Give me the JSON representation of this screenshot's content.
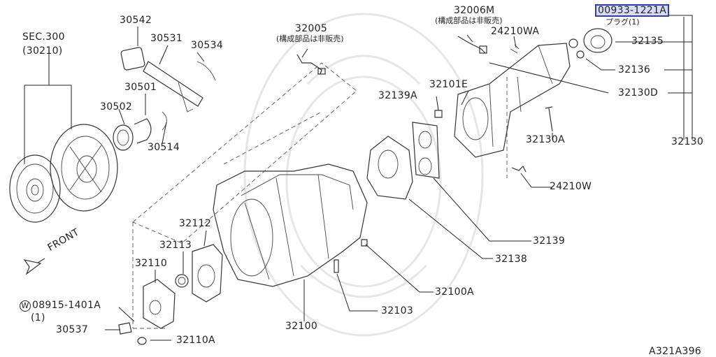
{
  "labels": {
    "sec_ref": "SEC.300",
    "sec_ref_sub": "(30210)",
    "p30542": "30542",
    "p30531": "30531",
    "p30534": "30534",
    "p30501": "30501",
    "p30502": "30502",
    "p30514": "30514",
    "p32005": "32005",
    "p32005_note": "(構成部品は非販売)",
    "p32006m": "32006M",
    "p32006m_note": "(構成部品は非販売)",
    "p24210wa": "24210WA",
    "p00933": "00933-1221A",
    "p00933_note": "プラグ(1)",
    "p32135": "32135",
    "p32136": "32136",
    "p32130d": "32130D",
    "p32130": "32130",
    "p32101e": "32101E",
    "p32139a": "32139A",
    "p32130a": "32130A",
    "p24210w": "24210W",
    "p32112": "32112",
    "p32113": "32113",
    "p32110": "32110",
    "p32139": "32139",
    "p32138": "32138",
    "p32100a": "32100A",
    "p32103": "32103",
    "p32100": "32100",
    "p08915_marker": "W",
    "p08915": "08915-1401A",
    "p08915_qty": "(1)",
    "p30537": "30537",
    "p32110a": "32110A",
    "front": "FRONT",
    "diagram_code": "A321A396"
  }
}
